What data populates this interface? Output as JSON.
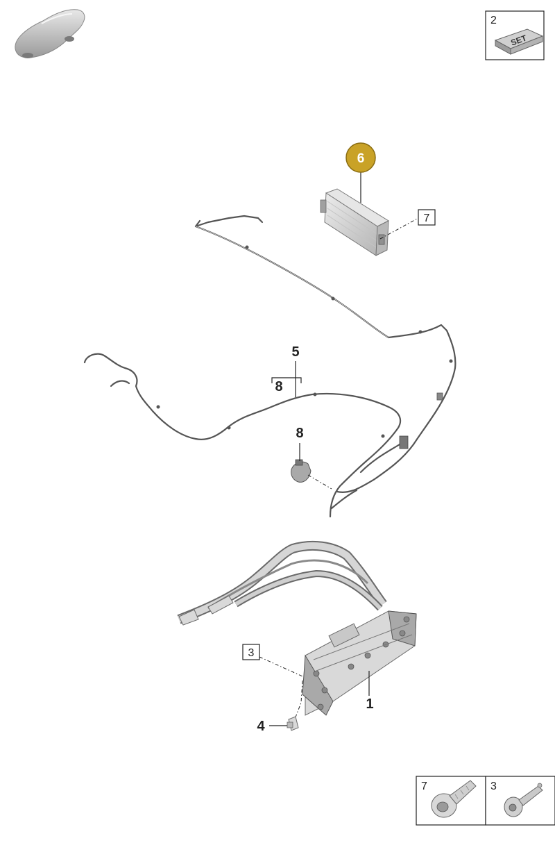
{
  "diagram": {
    "callouts": {
      "c1": "1",
      "c4": "4",
      "c5": "5",
      "c6": "6",
      "c8_upper": "8",
      "c8_lower": "8"
    },
    "boxed_refs": {
      "r3": "3",
      "r7": "7"
    },
    "corner_box": {
      "number": "2",
      "set_label": "SET"
    },
    "fastener_table": {
      "cell1_number": "7",
      "cell2_number": "3"
    },
    "colors": {
      "highlight_callout": "#c9a227",
      "line": "#222222",
      "part_fill": "#d9d9d9"
    },
    "icons": [
      "car-silhouette-icon",
      "set-kit-icon",
      "flange-bolt-icon",
      "torx-screw-icon"
    ]
  }
}
